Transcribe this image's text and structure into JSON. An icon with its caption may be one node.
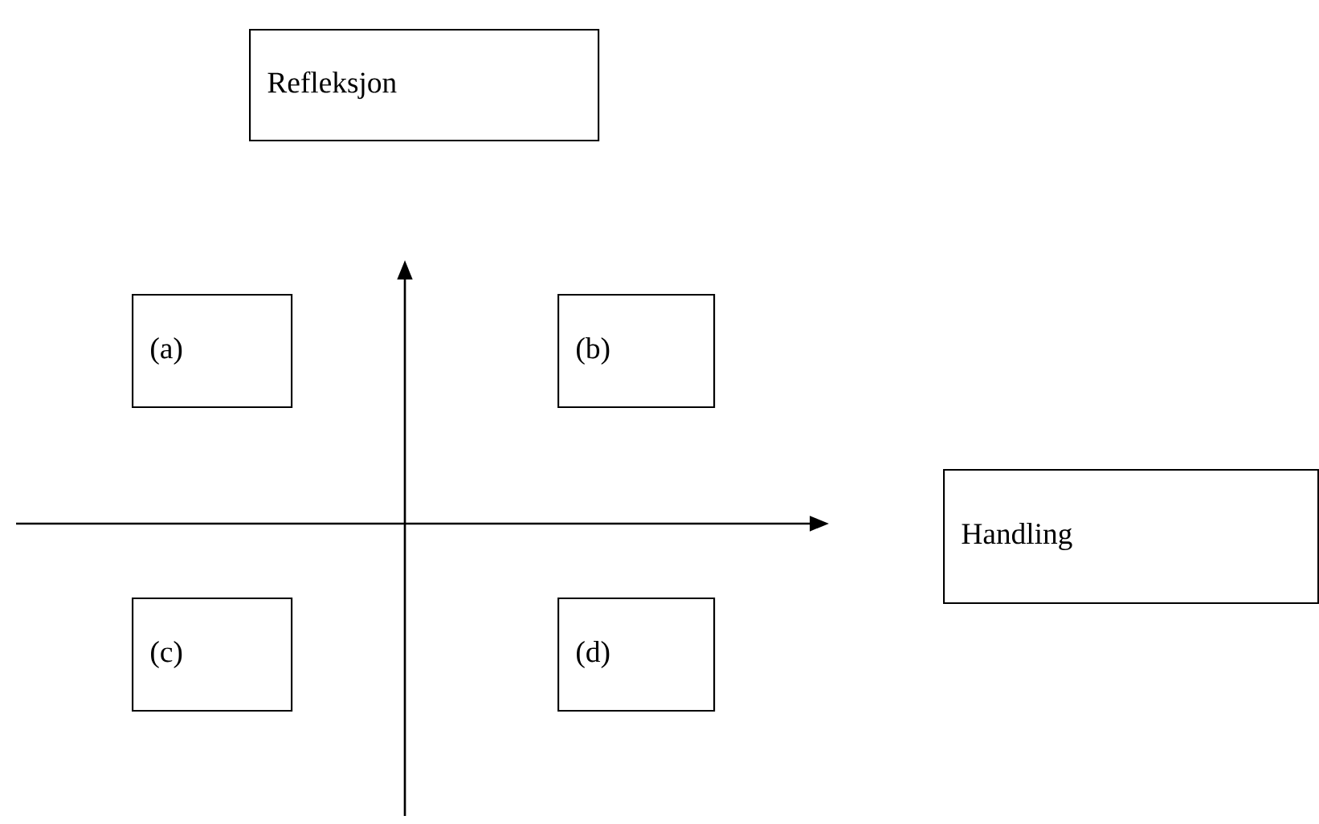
{
  "diagram": {
    "nodes": [
      {
        "text": [
          "Refleksjon"
        ]
      },
      {
        "text": [
          "(a)"
        ]
      },
      {
        "text": [
          "(b)"
        ]
      },
      {
        "text": [
          "Handling"
        ]
      },
      {
        "text": [
          "(c)"
        ]
      },
      {
        "text": [
          "(d)"
        ]
      }
    ]
  }
}
